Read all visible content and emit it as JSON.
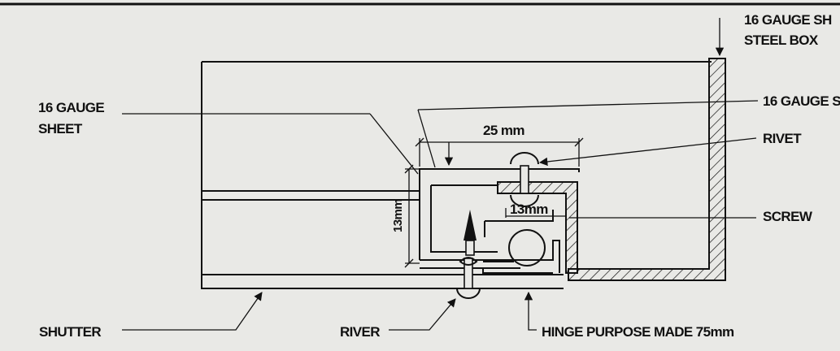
{
  "labels": {
    "steel_box_line1": "16 GAUGE SH",
    "steel_box_line2": "STEEL BOX",
    "sheet_left_line1": "16 GAUGE",
    "sheet_left_line2": "SHEET",
    "sheet_right": "16 GAUGE S",
    "dim_25": "25 mm",
    "rivet": "RIVET",
    "dim_13_horizontal": "13mm",
    "screw": "SCREW",
    "dim_13_vertical": "13mm",
    "shutter": "SHUTTER",
    "river": "RIVER",
    "hinge": "HINGE PURPOSE MADE 75mm"
  },
  "colors": {
    "paper": "#e9e9e6",
    "ink": "#111111"
  }
}
